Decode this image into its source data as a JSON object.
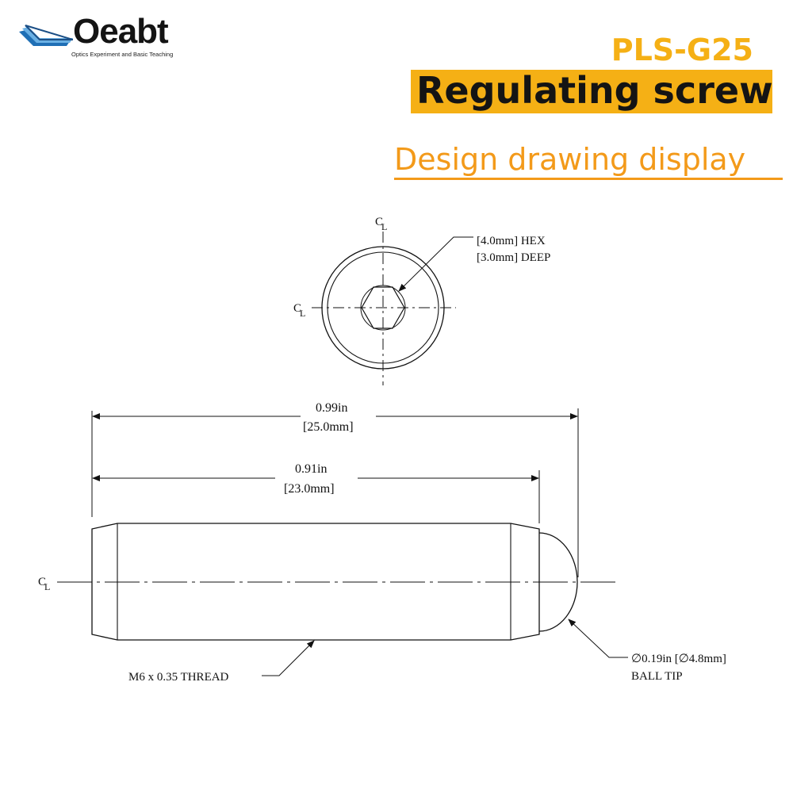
{
  "brand": {
    "name": "Oeabt",
    "tagline": "Optics Experiment and Basic Teaching"
  },
  "header": {
    "model": "PLS-G25",
    "title": "Regulating screw",
    "subtitle": "Design drawing display"
  },
  "colors": {
    "accent_yellow": "#f5b015",
    "accent_orange": "#f39a1a",
    "ink": "#141414"
  },
  "drawing": {
    "centerline_label": "C",
    "centerline_sub": "L",
    "hex_callout": [
      "[4.0mm] HEX",
      "[3.0mm] DEEP"
    ],
    "dim_overall_in": "0.99in",
    "dim_overall_mm": "[25.0mm]",
    "dim_body_in": "0.91in",
    "dim_body_mm": "[23.0mm]",
    "thread_label": "M6 x 0.35 THREAD",
    "ball_tip_line1": "∅0.19in [∅4.8mm]",
    "ball_tip_line2": "BALL TIP"
  }
}
